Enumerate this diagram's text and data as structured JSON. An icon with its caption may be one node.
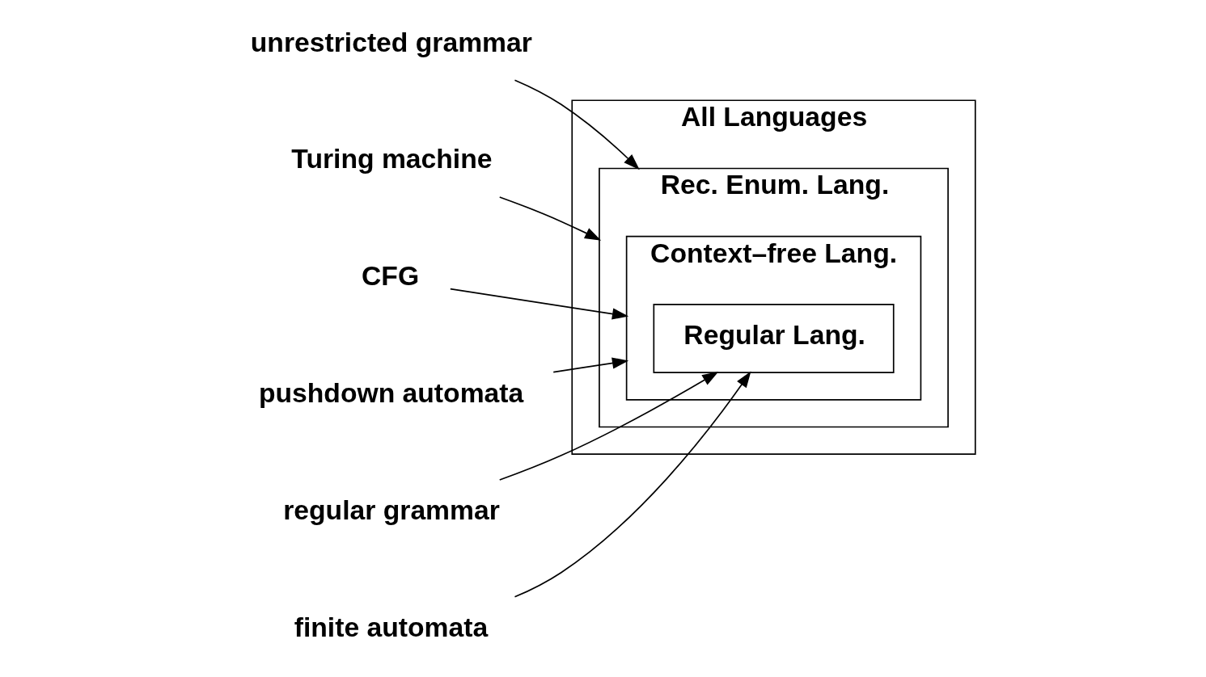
{
  "diagram": {
    "nodes": [
      {
        "text": [
          "All Languages"
        ]
      },
      {
        "text": [
          "Rec. Enum. Lang."
        ],
        "in": 0
      },
      {
        "text": [
          "Context–free Lang."
        ],
        "in": 1
      },
      {
        "text": [
          "Regular Lang."
        ],
        "in": 2
      },
      {
        "text": [
          "unrestricted grammar"
        ]
      },
      {
        "text": [
          "Turing machine"
        ]
      },
      {
        "text": [
          "CFG"
        ]
      },
      {
        "text": [
          "pushdown automata"
        ]
      },
      {
        "text": [
          "regular grammar"
        ]
      },
      {
        "text": [
          "finite automata"
        ]
      }
    ],
    "edges": [
      {
        "from": 4,
        "to": 1,
        "arrow": "to"
      },
      {
        "from": 5,
        "to": 1,
        "arrow": "to"
      },
      {
        "from": 6,
        "to": 2,
        "arrow": "to"
      },
      {
        "from": 7,
        "to": 2,
        "arrow": "to"
      },
      {
        "from": 8,
        "to": 3,
        "arrow": "to"
      },
      {
        "from": 9,
        "to": 3,
        "arrow": "to"
      }
    ]
  }
}
